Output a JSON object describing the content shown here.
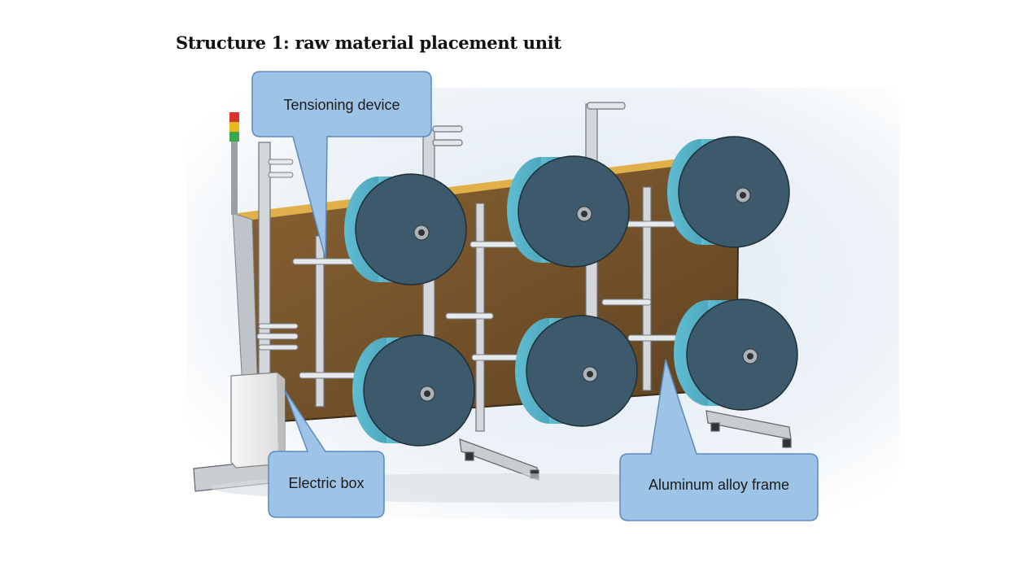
{
  "title": "Structure 1: raw material placement unit",
  "callouts": {
    "tensioning": "Tensioning device",
    "electric_box": "Electric box",
    "frame": "Aluminum alloy frame"
  },
  "colors": {
    "callout_fill": "#9dc3e6",
    "callout_stroke": "#5b8bc0",
    "roll_face": "#3c5a6b",
    "roll_side": "#4aa3b8",
    "board": "#6e4e2a",
    "frame_metal": "#cfd3d8"
  }
}
